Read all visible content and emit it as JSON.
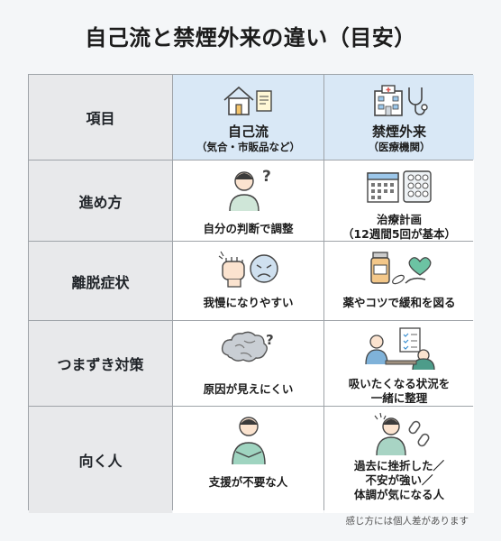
{
  "title": "自己流と禁煙外来の違い（目安）",
  "header": {
    "item_label": "項目",
    "col1": {
      "title": "自己流",
      "subtitle": "（気合・市販品など）",
      "icon": "house-memo-icon"
    },
    "col2": {
      "title": "禁煙外来",
      "subtitle": "（医療機関）",
      "icon": "hospital-stethoscope-icon"
    }
  },
  "rows": [
    {
      "label": "進め方",
      "self": {
        "text": "自分の判断で調整",
        "icon": "thinking-person-icon"
      },
      "clinic": {
        "text": "治療計画\n（12週間5回が基本）",
        "icon": "calendar-pills-icon"
      }
    },
    {
      "label": "離脱症状",
      "self": {
        "text": "我慢になりやすい",
        "icon": "fist-stressed-face-icon"
      },
      "clinic": {
        "text": "薬やコツで緩和を図る",
        "icon": "medicine-heart-icon"
      }
    },
    {
      "label": "つまずき対策",
      "self": {
        "text": "原因が見えにくい",
        "icon": "cloudy-brain-icon"
      },
      "clinic": {
        "text": "吸いたくなる状況を\n一緒に整理",
        "icon": "doctor-consultation-icon"
      }
    },
    {
      "label": "向く人",
      "self": {
        "text": "支援が不要な人",
        "icon": "confident-person-icon"
      },
      "clinic": {
        "text": "過去に挫折した／\n不安が強い／\n体調が気になる人",
        "icon": "worried-person-broken-chain-icon"
      }
    }
  ],
  "footnote": "感じ方には個人差があります"
}
